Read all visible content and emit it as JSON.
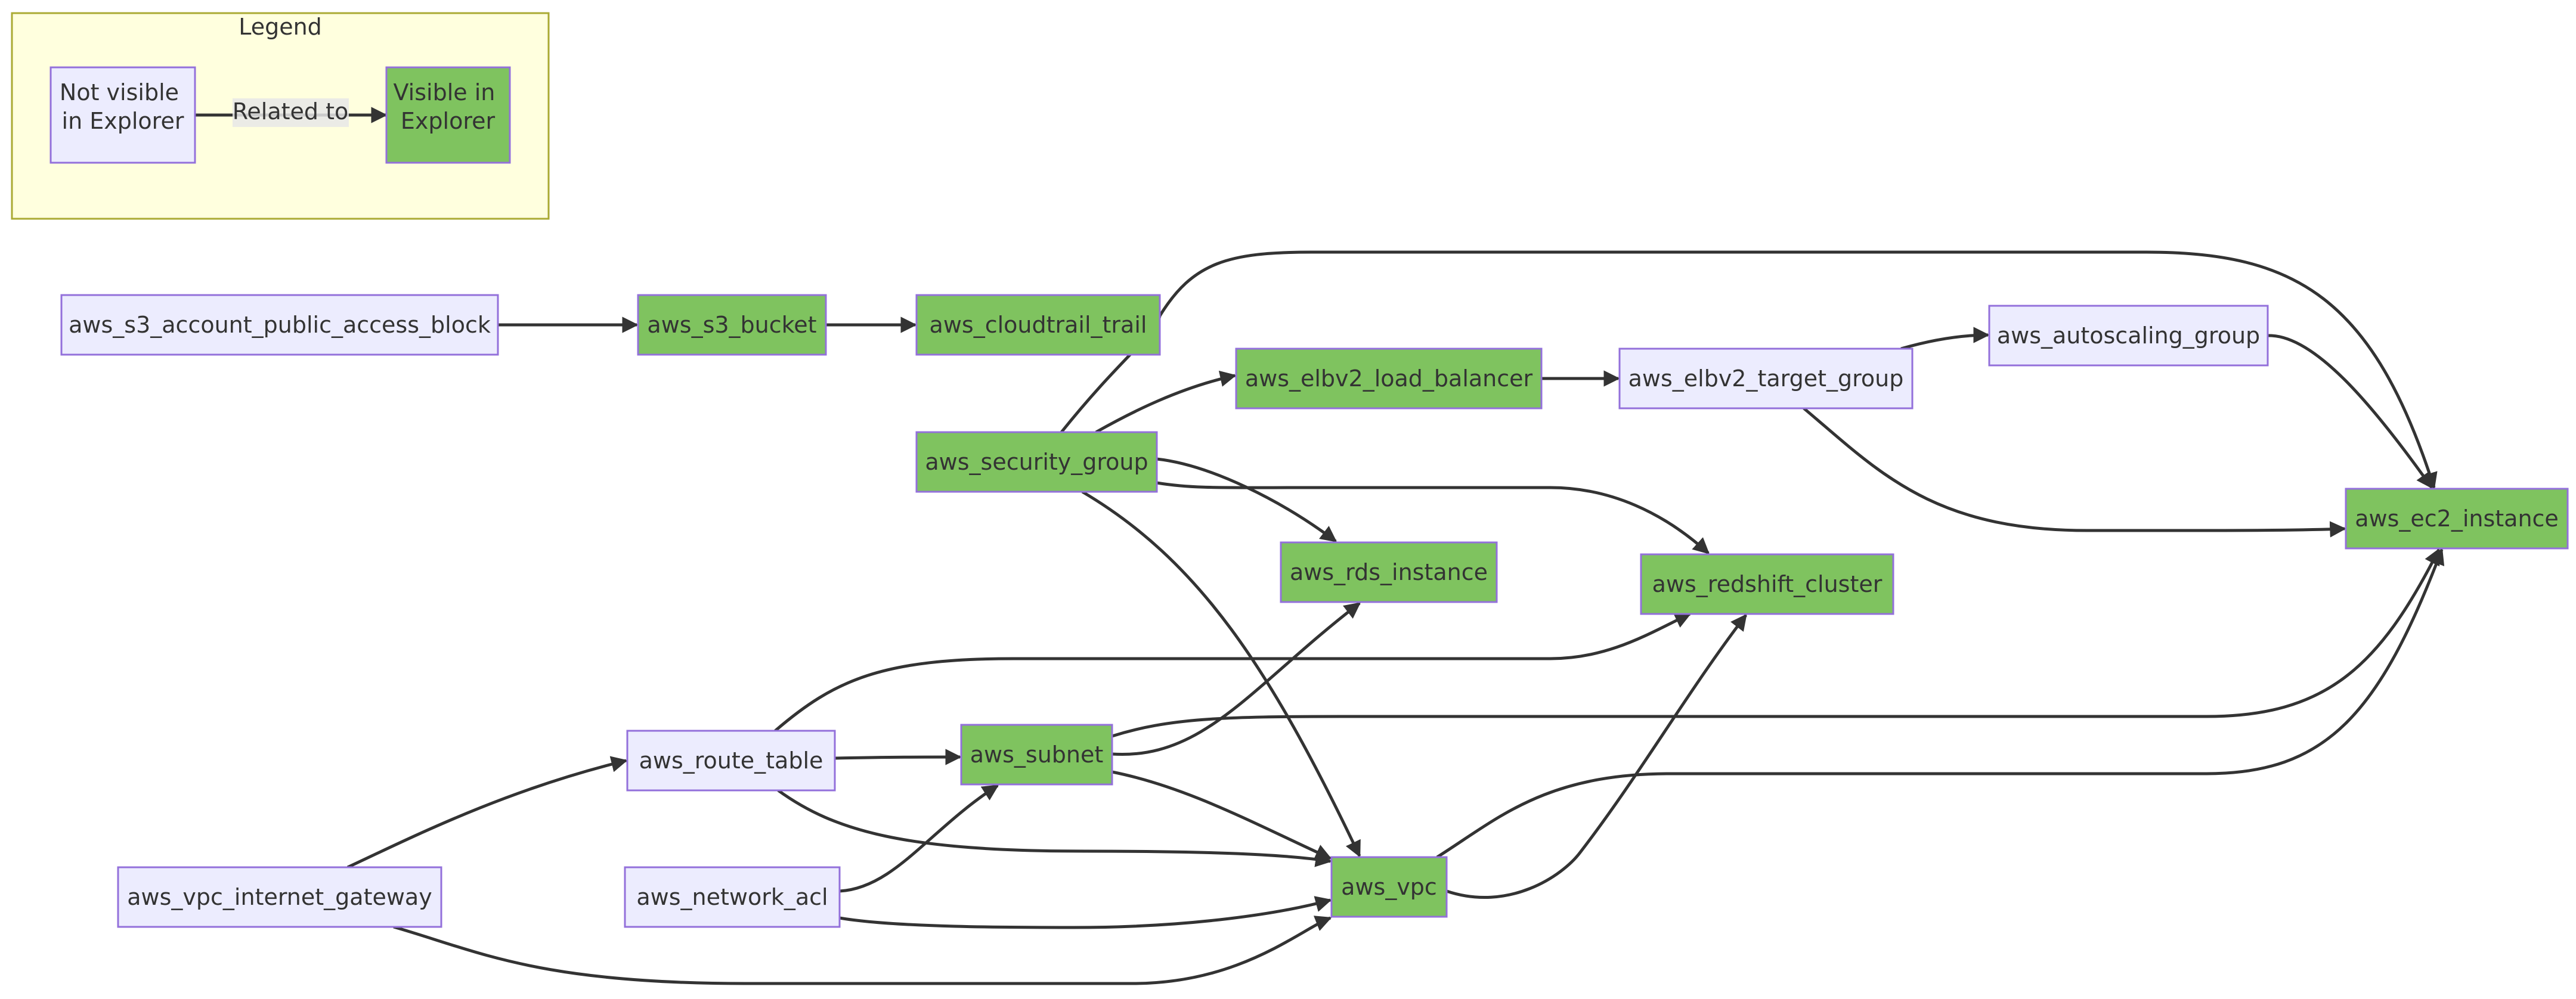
{
  "legend": {
    "title": "Legend",
    "not_visible_label": "Not visible in Explorer",
    "visible_label": "Visible in Explorer",
    "edge_label": "Related to"
  },
  "colors": {
    "visible_fill": "#7fc35f",
    "not_visible_fill": "#ececfe",
    "node_border": "#9370db",
    "legend_fill": "#ffffde",
    "legend_border": "#aaaa33",
    "edge": "#333333",
    "edge_label_bg": "#e8e8e8"
  },
  "nodes": [
    {
      "id": "s3_apab",
      "label": "aws_s3_account_public_access_block",
      "visible": false
    },
    {
      "id": "s3_bucket",
      "label": "aws_s3_bucket",
      "visible": true
    },
    {
      "id": "cloudtrail",
      "label": "aws_cloudtrail_trail",
      "visible": true
    },
    {
      "id": "elb",
      "label": "aws_elbv2_load_balancer",
      "visible": true
    },
    {
      "id": "tg",
      "label": "aws_elbv2_target_group",
      "visible": false
    },
    {
      "id": "asg",
      "label": "aws_autoscaling_group",
      "visible": false
    },
    {
      "id": "sg",
      "label": "aws_security_group",
      "visible": true
    },
    {
      "id": "rds",
      "label": "aws_rds_instance",
      "visible": true
    },
    {
      "id": "redshift",
      "label": "aws_redshift_cluster",
      "visible": true
    },
    {
      "id": "ec2",
      "label": "aws_ec2_instance",
      "visible": true
    },
    {
      "id": "rt",
      "label": "aws_route_table",
      "visible": false
    },
    {
      "id": "subnet",
      "label": "aws_subnet",
      "visible": true
    },
    {
      "id": "igw",
      "label": "aws_vpc_internet_gateway",
      "visible": false
    },
    {
      "id": "nacl",
      "label": "aws_network_acl",
      "visible": false
    },
    {
      "id": "vpc",
      "label": "aws_vpc",
      "visible": true
    }
  ],
  "edges": [
    {
      "from": "s3_apab",
      "to": "s3_bucket"
    },
    {
      "from": "s3_bucket",
      "to": "cloudtrail"
    },
    {
      "from": "cloudtrail",
      "to": "ec2"
    },
    {
      "from": "sg",
      "to": "elb"
    },
    {
      "from": "elb",
      "to": "tg"
    },
    {
      "from": "tg",
      "to": "asg"
    },
    {
      "from": "asg",
      "to": "ec2"
    },
    {
      "from": "tg",
      "to": "ec2"
    },
    {
      "from": "sg",
      "to": "rds"
    },
    {
      "from": "sg",
      "to": "redshift"
    },
    {
      "from": "sg",
      "to": "vpc"
    },
    {
      "from": "rt",
      "to": "redshift"
    },
    {
      "from": "rt",
      "to": "subnet"
    },
    {
      "from": "rt",
      "to": "vpc"
    },
    {
      "from": "igw",
      "to": "rt"
    },
    {
      "from": "igw",
      "to": "vpc"
    },
    {
      "from": "nacl",
      "to": "subnet"
    },
    {
      "from": "nacl",
      "to": "vpc"
    },
    {
      "from": "subnet",
      "to": "rds"
    },
    {
      "from": "subnet",
      "to": "vpc"
    },
    {
      "from": "subnet",
      "to": "ec2"
    },
    {
      "from": "vpc",
      "to": "redshift"
    },
    {
      "from": "vpc",
      "to": "ec2"
    }
  ]
}
